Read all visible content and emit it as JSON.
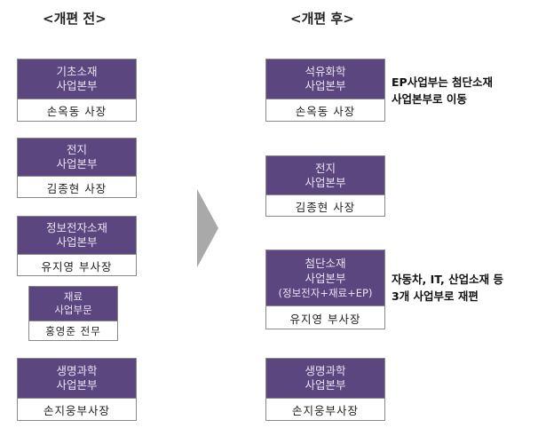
{
  "headings": {
    "before": "<개편 전>",
    "after": "<개편 후>"
  },
  "before": [
    {
      "division": [
        "기초소재",
        "사업본부"
      ],
      "head": "손옥동 사장"
    },
    {
      "division": [
        "전지",
        "사업본부"
      ],
      "head": "김종현 사장"
    },
    {
      "division": [
        "정보전자소재",
        "사업본부"
      ],
      "head": "유지영 부사장"
    },
    {
      "division": [
        "재료",
        "사업부문"
      ],
      "head": "홍영준 전무"
    },
    {
      "division": [
        "생명과학",
        "사업본부"
      ],
      "head": "손지웅부사장"
    }
  ],
  "after": [
    {
      "division": [
        "석유화학",
        "사업본부"
      ],
      "head": "손옥동 사장",
      "note": [
        "EP사업부는 첨단소재",
        "사업본부로 이동"
      ]
    },
    {
      "division": [
        "전지",
        "사업본부"
      ],
      "head": "김종현 사장"
    },
    {
      "division": [
        "첨단소재",
        "사업본부",
        "(정보전자+재료+EP)"
      ],
      "head": "유지영 부사장",
      "note": [
        "자동차, IT, 산업소재 등",
        "3개 사업부로 재편"
      ]
    },
    {
      "division": [
        "생명과학",
        "사업본부"
      ],
      "head": "손지웅부사장"
    }
  ],
  "colors": {
    "division_fill": "#5b4680",
    "division_text": "#e8e2f0",
    "arrow": "#a9a9a9",
    "border": "#8a8a8a"
  },
  "arrow_icon": "right-triangle-arrow"
}
